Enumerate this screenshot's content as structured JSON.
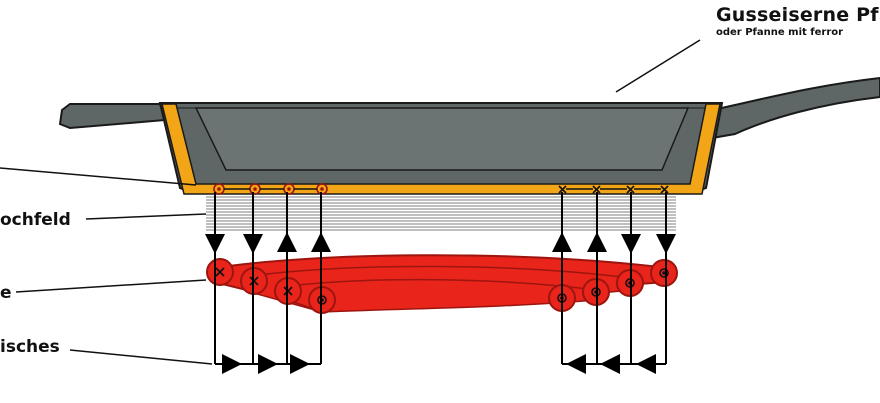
{
  "title": "Gusseiserne Pf",
  "subtitle": "oder Pfanne mit ferror",
  "labels": {
    "kochfeld": "ochfeld",
    "spule": "e",
    "feld": "isches"
  },
  "colors": {
    "pan_body": "#5f6666",
    "pan_inner": "#6b7373",
    "pan_outline": "#1a1a1a",
    "ferro_layer": "#f2a516",
    "coil": "#e8241b",
    "coil_dark": "#9d150f",
    "arrow": "#000000"
  },
  "icons": {
    "current_in": "cross-marker",
    "current_out": "dot-marker"
  }
}
